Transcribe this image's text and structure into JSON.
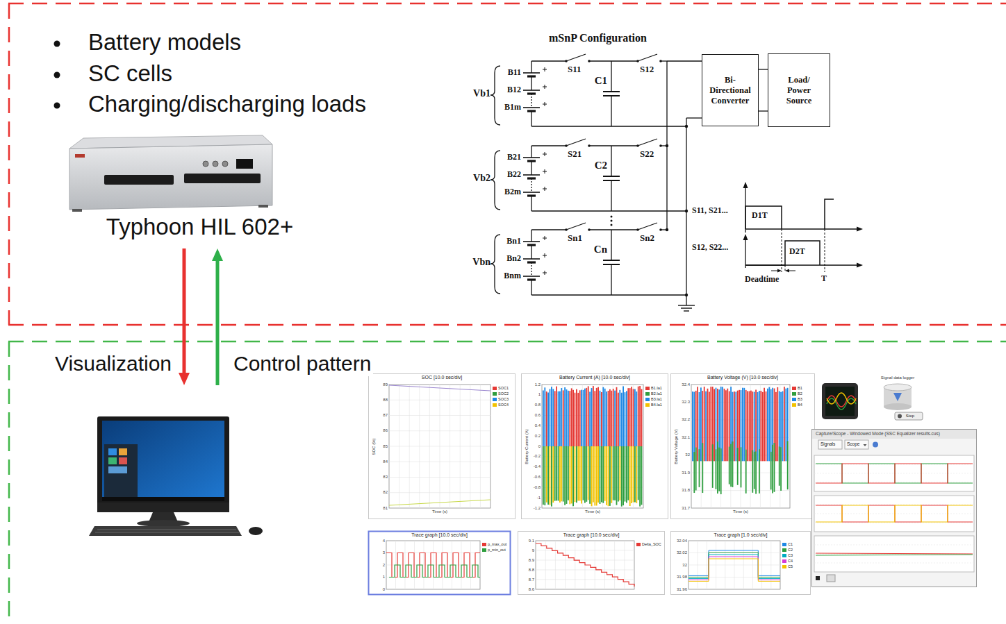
{
  "diagram": {
    "nodes": [
      {
        "text": [
          "Battery models",
          "SC cells",
          "Charging/discharging loads"
        ]
      },
      {
        "text": [
          "Typhoon HIL 602+"
        ],
        "in": 0
      },
      {
        "text": [
          "Bi- Directional Converter"
        ],
        "in": 0
      },
      {
        "text": [
          "Load/ Power Source"
        ],
        "in": 0
      },
      {
        "text": []
      },
      {
        "text": [
          "SOC [10.0 sec/div]"
        ]
      },
      {
        "text": [
          "Battery Current (A) [10.0 sec/div]"
        ]
      },
      {
        "text": [
          "Battery Voltage (V) [10.0 sec/div]"
        ]
      },
      {
        "text": [
          "Trace graph [10.0 sec/div]"
        ]
      },
      {
        "text": [
          "Trace graph [10.0 sec/div]"
        ]
      },
      {
        "text": [
          "Trace graph [1.0 sec/div]"
        ]
      },
      {
        "text": [
          "Capture/Scope - Windowed Mode (SSC Equalizer results.cus)"
        ]
      }
    ],
    "edges": [
      {
        "from": 1,
        "to": 4,
        "arrow": "to",
        "label": "Visualization"
      },
      {
        "from": 4,
        "to": 1,
        "arrow": "to",
        "label": "Control pattern"
      },
      {
        "from": 2,
        "to": 3,
        "arrow": "none"
      },
      {
        "from": 2,
        "to": 3,
        "arrow": "none"
      }
    ],
    "labels": [
      "mSnP Configuration",
      "Vb1",
      "B11",
      "B12",
      "B1m",
      "S11",
      "S12",
      "C1",
      "Vb2",
      "B21",
      "B22",
      "B2m",
      "S21",
      "S22",
      "C2",
      "Vbn",
      "Bn1",
      "Bn2",
      "Bnm",
      "Sn1",
      "Sn2",
      "Cn",
      "S11, S21...",
      "D1T",
      "S12, S22...",
      "D2T",
      "Deadtime",
      "T",
      "Signal data logger",
      "Stop",
      "Signals",
      "Scope",
      "Time (s)",
      "SOC (%)",
      "Time (s)",
      "Battery Current (A)",
      "Time (s)",
      "Battery Voltage (V)",
      "89",
      "88",
      "87",
      "86",
      "85",
      "84",
      "83",
      "82",
      "81",
      "1.2",
      "1",
      "0.8",
      "0.6",
      "0.4",
      "0.2",
      "0",
      "-0.2",
      "-0.4",
      "-0.6",
      "-0.8",
      "-1",
      "-1.2",
      "32.4",
      "32.3",
      "32.2",
      "32.1",
      "32",
      "31.9",
      "31.8",
      "31.7",
      "4",
      "3",
      "2",
      "1",
      "0",
      "9.1",
      "9",
      "8.9",
      "8.8",
      "8.7",
      "8.6",
      "32.04",
      "32.02",
      "32",
      "31.98",
      "31.96"
    ],
    "legend": [
      {
        "text": "SOC1",
        "color": "#e53935"
      },
      {
        "text": "SOC2",
        "color": "#2e9e3e"
      },
      {
        "text": "SOC3",
        "color": "#1e88e5"
      },
      {
        "text": "SOC4",
        "color": "#f2c200"
      },
      {
        "text": "B1.Ia1",
        "color": "#e53935"
      },
      {
        "text": "B2.Ia1",
        "color": "#2e9e3e"
      },
      {
        "text": "B3.Ia1",
        "color": "#1e88e5"
      },
      {
        "text": "B4.Ia1",
        "color": "#f2c200"
      },
      {
        "text": "B1",
        "color": "#e53935"
      },
      {
        "text": "B2",
        "color": "#2e9e3e"
      },
      {
        "text": "B3",
        "color": "#1e88e5"
      },
      {
        "text": "B4",
        "color": "#f2c200"
      },
      {
        "text": "p_max_out",
        "color": "#e53935"
      },
      {
        "text": "p_min_out",
        "color": "#2e9e3e"
      },
      {
        "text": "Delta_SOC",
        "color": "#e53935"
      },
      {
        "text": "C1",
        "color": "#1e88e5"
      },
      {
        "text": "C2",
        "color": "#2e9e3e"
      },
      {
        "text": "C3",
        "color": "#00acc1"
      },
      {
        "text": "C4",
        "color": "#d63ad6"
      },
      {
        "text": "C5",
        "color": "#f2c200"
      }
    ]
  }
}
